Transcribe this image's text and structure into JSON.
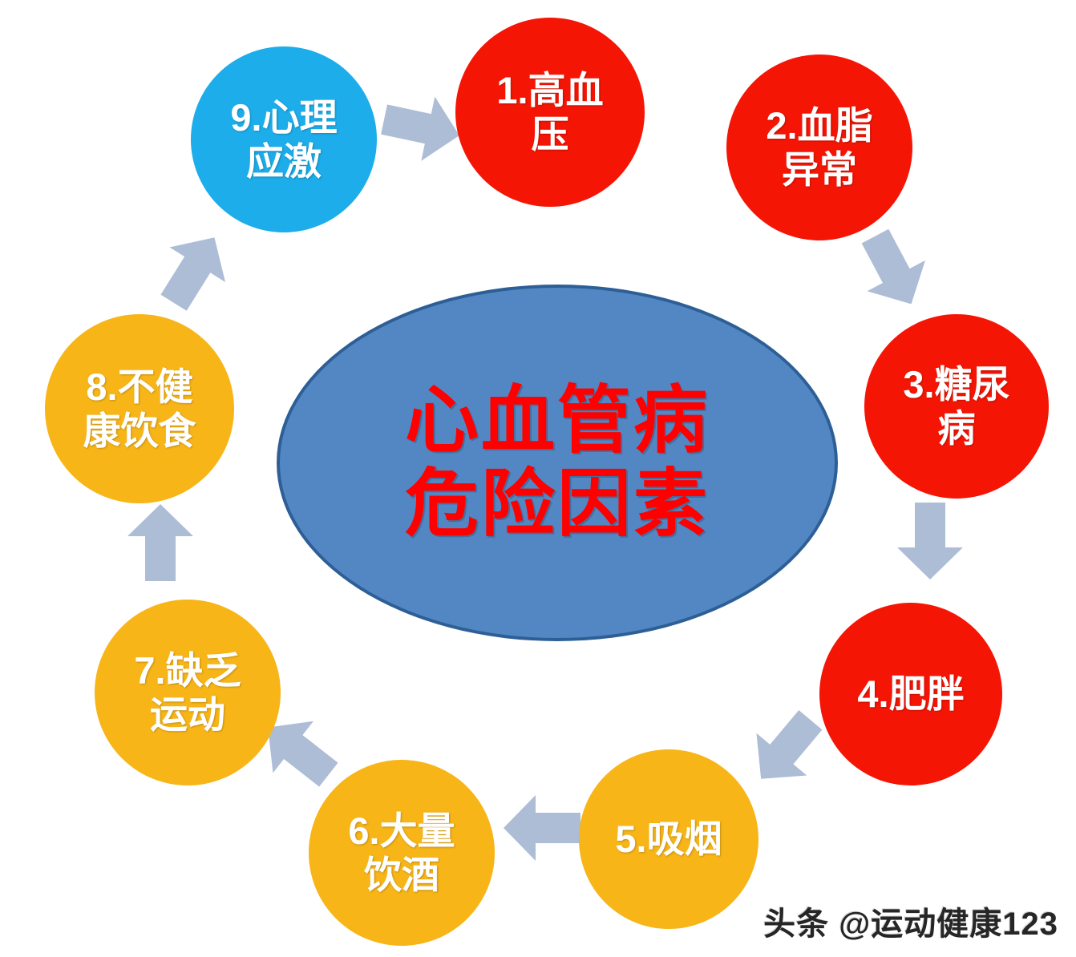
{
  "diagram": {
    "type": "cycle-diagram",
    "title_lines": [
      "心血管病",
      "危险因素"
    ],
    "center": {
      "name": "center-ellipse",
      "line1": "心血管病",
      "line2": "危险因素",
      "fill_color": "#5387c4",
      "border_color": "#2d5f96",
      "text_color": "#ff0000"
    },
    "colors": {
      "red": "#f51505",
      "yellow": "#f7b518",
      "cyan": "#1cadea",
      "arrow": "#adbdd6",
      "center_fill": "#5387c4",
      "center_border": "#2d5f96",
      "center_text": "#ff0000",
      "node_text": "#ffffff"
    },
    "nodes": [
      {
        "number": "1",
        "label": "1.高血\n压",
        "color_name": "red",
        "color": "#f51505"
      },
      {
        "number": "2",
        "label": "2.血脂\n异常",
        "color_name": "red",
        "color": "#f51505"
      },
      {
        "number": "3",
        "label": "3.糖尿\n病",
        "color_name": "red",
        "color": "#f51505"
      },
      {
        "number": "4",
        "label": "4.肥胖",
        "color_name": "red",
        "color": "#f51505"
      },
      {
        "number": "5",
        "label": "5.吸烟",
        "color_name": "yellow",
        "color": "#f7b518"
      },
      {
        "number": "6",
        "label": "6.大量\n饮酒",
        "color_name": "yellow",
        "color": "#f7b518"
      },
      {
        "number": "7",
        "label": "7.缺乏\n运动",
        "color_name": "yellow",
        "color": "#f7b518"
      },
      {
        "number": "8",
        "label": "8.不健\n康饮食",
        "color_name": "yellow",
        "color": "#f7b518"
      },
      {
        "number": "9",
        "label": "9.心理\n应激",
        "color_name": "cyan",
        "color": "#1cadea"
      }
    ],
    "arrows": [
      {
        "from": "9",
        "to": "1",
        "direction": "right"
      },
      {
        "from": "2",
        "to": "3",
        "direction": "down-right"
      },
      {
        "from": "3",
        "to": "4",
        "direction": "down"
      },
      {
        "from": "4",
        "to": "5",
        "direction": "down-left"
      },
      {
        "from": "5",
        "to": "6",
        "direction": "left"
      },
      {
        "from": "6",
        "to": "7",
        "direction": "up-left"
      },
      {
        "from": "7",
        "to": "8",
        "direction": "up"
      },
      {
        "from": "8",
        "to": "9",
        "direction": "up-right"
      }
    ]
  },
  "watermark": {
    "text": "头条 @运动健康123"
  }
}
